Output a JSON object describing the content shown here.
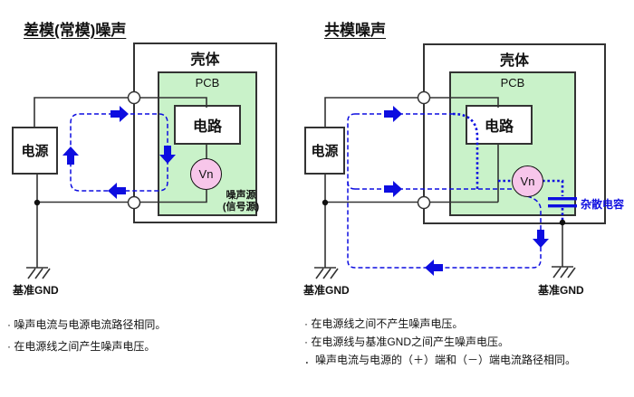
{
  "colors": {
    "noise_path_blue": "#0d0de0",
    "pcb_green": "#c9f2c9",
    "vn_pink": "#f7c6ea",
    "wire_dark": "#333333",
    "text": "#111111",
    "background": "#ffffff"
  },
  "left_panel": {
    "title": "差模(常模)噪声",
    "enclosure_label": "壳体",
    "pcb_label": "PCB",
    "circuit_label": "电路",
    "power_label": "电源",
    "noise_source_symbol": "Vn",
    "noise_source_caption_line1": "噪声源",
    "noise_source_caption_line2": "(信号源)",
    "ground_label": "基准GND",
    "bullets": [
      "· 噪声电流与电源电流路径相同。",
      "· 在电源线之间产生噪声电压。"
    ]
  },
  "right_panel": {
    "title": "共模噪声",
    "enclosure_label": "壳体",
    "pcb_label": "PCB",
    "circuit_label": "电路",
    "power_label": "电源",
    "noise_source_symbol": "Vn",
    "stray_capacitance_label": "杂散电容",
    "ground_label_left": "基准GND",
    "ground_label_right": "基准GND",
    "bullets": [
      "· 在电源线之间不产生噪声电压。",
      "· 在电源线与基准GND之间产生噪声电压。",
      "．噪声电流与电源的（＋）端和（－）端电流路径相同。"
    ]
  }
}
